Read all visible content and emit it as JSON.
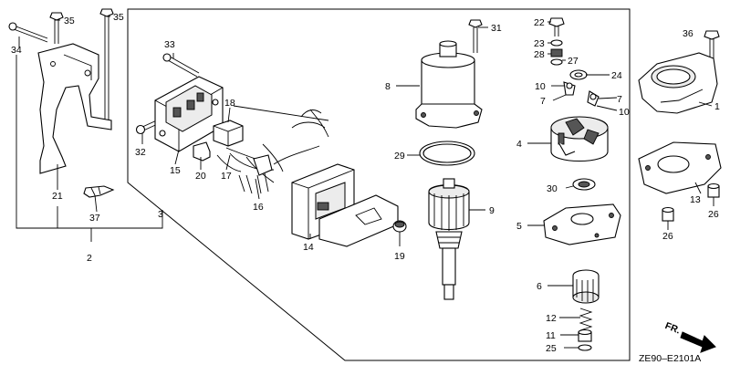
{
  "diagram": {
    "code": "ZE90–E2101A",
    "direction_label": "FR."
  },
  "parts": [
    {
      "id": "p1",
      "num": "1"
    },
    {
      "id": "p2",
      "num": "2"
    },
    {
      "id": "p3",
      "num": "3"
    },
    {
      "id": "p4",
      "num": "4"
    },
    {
      "id": "p5",
      "num": "5"
    },
    {
      "id": "p6",
      "num": "6"
    },
    {
      "id": "p7a",
      "num": "7"
    },
    {
      "id": "p7b",
      "num": "7"
    },
    {
      "id": "p8",
      "num": "8"
    },
    {
      "id": "p9",
      "num": "9"
    },
    {
      "id": "p10a",
      "num": "10"
    },
    {
      "id": "p10b",
      "num": "10"
    },
    {
      "id": "p11",
      "num": "11"
    },
    {
      "id": "p12",
      "num": "12"
    },
    {
      "id": "p13",
      "num": "13"
    },
    {
      "id": "p14",
      "num": "14"
    },
    {
      "id": "p15",
      "num": "15"
    },
    {
      "id": "p16",
      "num": "16"
    },
    {
      "id": "p17",
      "num": "17"
    },
    {
      "id": "p18",
      "num": "18"
    },
    {
      "id": "p19",
      "num": "19"
    },
    {
      "id": "p20",
      "num": "20"
    },
    {
      "id": "p21",
      "num": "21"
    },
    {
      "id": "p22",
      "num": "22"
    },
    {
      "id": "p23",
      "num": "23"
    },
    {
      "id": "p24",
      "num": "24"
    },
    {
      "id": "p25",
      "num": "25"
    },
    {
      "id": "p26a",
      "num": "26"
    },
    {
      "id": "p26b",
      "num": "26"
    },
    {
      "id": "p27",
      "num": "27"
    },
    {
      "id": "p28",
      "num": "28"
    },
    {
      "id": "p29",
      "num": "29"
    },
    {
      "id": "p30",
      "num": "30"
    },
    {
      "id": "p31",
      "num": "31"
    },
    {
      "id": "p32",
      "num": "32"
    },
    {
      "id": "p33",
      "num": "33"
    },
    {
      "id": "p34",
      "num": "34"
    },
    {
      "id": "p35a",
      "num": "35"
    },
    {
      "id": "p35b",
      "num": "35"
    },
    {
      "id": "p36",
      "num": "36"
    },
    {
      "id": "p37",
      "num": "37"
    }
  ]
}
